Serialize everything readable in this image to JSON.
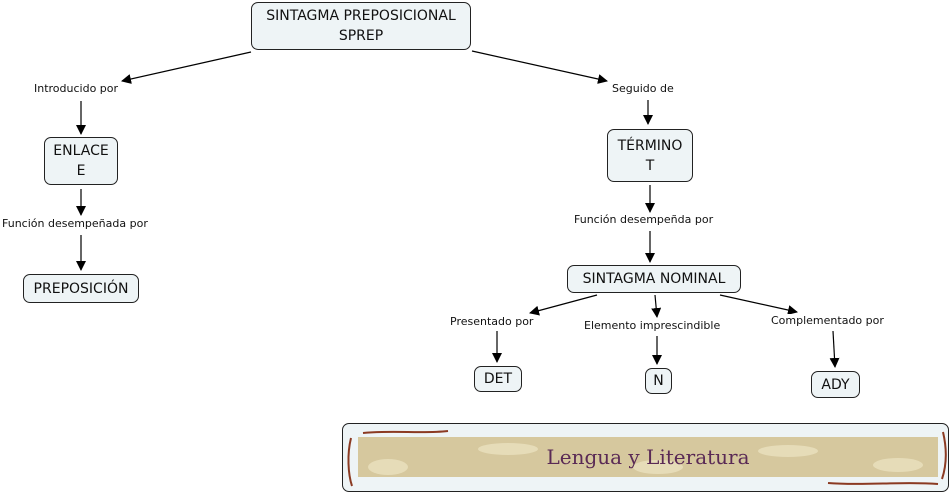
{
  "nodes": {
    "root": {
      "line1": "SINTAGMA PREPOSICIONAL",
      "line2": "SPREP"
    },
    "enlace": {
      "line1": "ENLACE",
      "line2": "E"
    },
    "preposicion": "PREPOSICIÓN",
    "termino": {
      "line1": "TÉRMINO",
      "line2": "T"
    },
    "sn": "SINTAGMA NOMINAL",
    "det": "DET",
    "n": "N",
    "ady": "ADY"
  },
  "links": {
    "introducido": "Introducido por",
    "funcion_enlace": "Función desempeñada por",
    "seguido": "Seguido de",
    "funcion_termino": "Función desempeñda por",
    "presentado": "Presentado por",
    "elemento": "Elemento imprescindible",
    "complementado": "Complementado por"
  },
  "banner": {
    "title": "Lengua y Literatura"
  }
}
